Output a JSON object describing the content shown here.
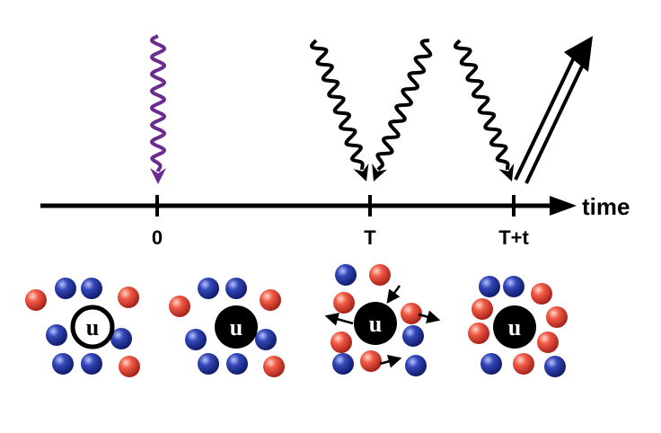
{
  "axis": {
    "label": "time",
    "ticks": [
      "0",
      "T",
      "T+t"
    ]
  },
  "solute_label": "u",
  "colors": {
    "pump_wave": "#6a2c8e",
    "probe_wave": "#000000",
    "positive_ion": "#e0352f",
    "negative_ion": "#1f2f9c",
    "solute_ground": "#ffffff",
    "solute_excited": "#000000"
  },
  "icons": {
    "pump": "wavy-arrow-down-icon",
    "probe": "wavy-arrow-down-icon",
    "signal": "double-arrow-up-icon"
  },
  "panels": [
    {
      "state": "ground",
      "description_icon": "solvation-shell-ground-icon"
    },
    {
      "state": "excited-unrelaxed",
      "description_icon": "solvation-shell-excited-icon"
    },
    {
      "state": "excited-relaxing",
      "description_icon": "solvation-shell-relaxing-icon"
    },
    {
      "state": "excited-relaxed",
      "description_icon": "solvation-shell-relaxed-icon"
    }
  ]
}
